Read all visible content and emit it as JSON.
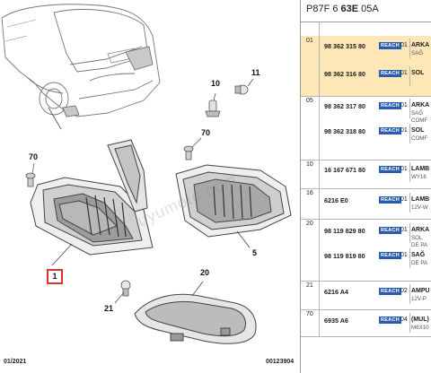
{
  "panel": {
    "ref_prefix": "P87F 6 ",
    "ref_bold": "63E",
    "ref_suffix": " 05A",
    "groups": [
      {
        "num": "01",
        "selected": true,
        "rows": [
          {
            "part": "98 362 315 80",
            "badge": "REACH",
            "qty": "01",
            "desc1": "ARKA",
            "desc2": "SAĞ"
          },
          {
            "part": "98 362 316 80",
            "badge": "REACH",
            "qty": "01",
            "desc1": "SOL",
            "desc2": ""
          }
        ]
      },
      {
        "num": "05",
        "selected": false,
        "rows": [
          {
            "part": "98 362 317 80",
            "badge": "REACH",
            "qty": "01",
            "desc1": "ARKA",
            "desc2": "SAĞ",
            "desc3": "COMF"
          },
          {
            "part": "98 362 318 80",
            "badge": "REACH",
            "qty": "01",
            "desc1": "SOL",
            "desc2": "COMF"
          }
        ]
      },
      {
        "num": "10",
        "selected": false,
        "rows": [
          {
            "part": "16 167 671 80",
            "badge": "REACH",
            "qty": "01",
            "desc1": "LAMB",
            "desc2": "WY16"
          }
        ]
      },
      {
        "num": "16",
        "selected": false,
        "rows": [
          {
            "part": "6216 E0",
            "badge": "REACH",
            "qty": "01",
            "desc1": "LAMB",
            "desc2": "12V-W"
          }
        ]
      },
      {
        "num": "20",
        "selected": false,
        "rows": [
          {
            "part": "98 119 829 80",
            "badge": "REACH",
            "qty": "01",
            "desc1": "ARKA",
            "desc2": "SOL",
            "desc3": "DE PA"
          },
          {
            "part": "98 119 819 80",
            "badge": "REACH",
            "qty": "01",
            "desc1": "SAĞ",
            "desc2": "DE PA"
          }
        ]
      },
      {
        "num": "21",
        "selected": false,
        "rows": [
          {
            "part": "6216 A4",
            "badge": "REACH",
            "qty": "02",
            "desc1": "AMPU",
            "desc2": "12V-P"
          }
        ]
      },
      {
        "num": "70",
        "selected": false,
        "rows": [
          {
            "part": "6935 A6",
            "badge": "REACH",
            "qty": "04",
            "desc1": "(MUL)",
            "desc2": "M6X10"
          }
        ]
      }
    ]
  },
  "diagram": {
    "callouts": {
      "c1": "1",
      "c5": "5",
      "c10": "10",
      "c11": "11",
      "c20": "20",
      "c21": "21",
      "c70a": "70",
      "c70b": "70"
    },
    "footer_left": "01/2021",
    "footer_right": "00123904",
    "watermark": "uyumoto.com"
  },
  "colors": {
    "selected_row": "#fde7b6",
    "reach_badge": "#2a5db0",
    "highlight_box": "#d8342c"
  }
}
